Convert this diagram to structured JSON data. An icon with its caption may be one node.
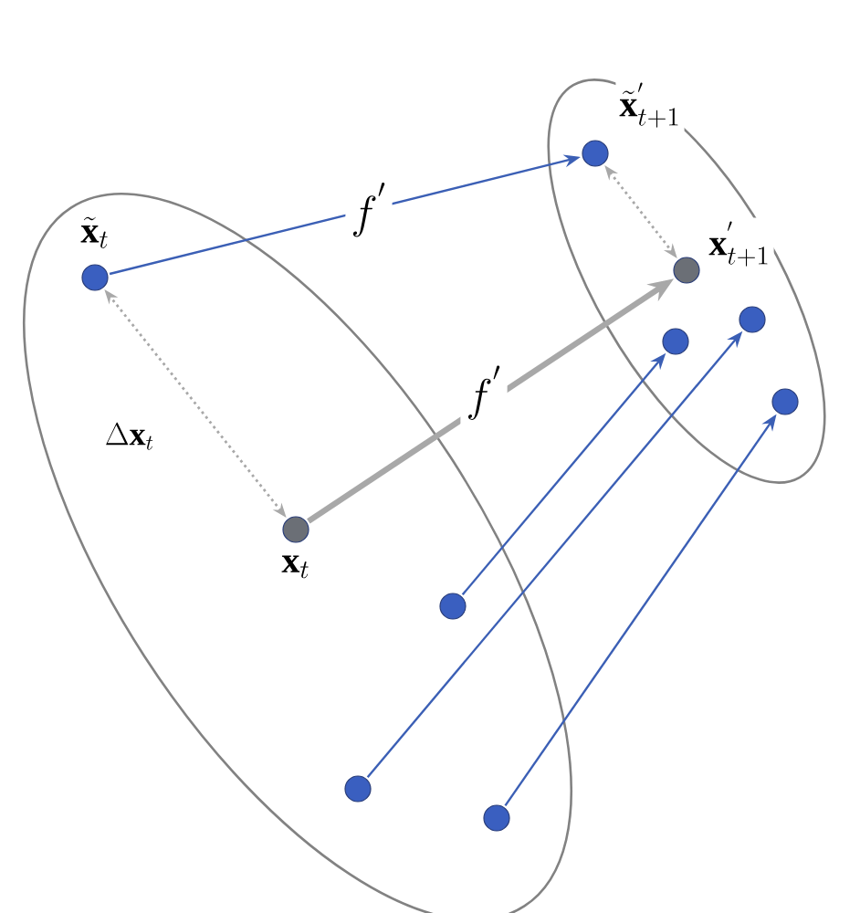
{
  "diagram": {
    "nodes": [
      {
        "text": [],
        "shape": "circle",
        "beside": [
          "\\tilde{\\mathbf{x}}_t"
        ]
      },
      {
        "text": [],
        "shape": "circle",
        "beside": [
          "\\tilde{\\mathbf{x}}^{'}_{t+1}"
        ]
      },
      {
        "text": [],
        "shape": "circle",
        "beside": [
          "\\mathbf{x}_t"
        ]
      },
      {
        "text": [],
        "shape": "circle",
        "beside": [
          "\\mathbf{x}^{'}_{t+1}"
        ]
      },
      {
        "text": [],
        "shape": "circle"
      },
      {
        "text": [],
        "shape": "circle"
      },
      {
        "text": [],
        "shape": "circle"
      },
      {
        "text": [],
        "shape": "circle"
      },
      {
        "text": [],
        "shape": "circle"
      },
      {
        "text": [],
        "shape": "circle"
      }
    ],
    "edges": [
      {
        "from": 0,
        "to": 1,
        "arrow": "to",
        "label": "f^{'}"
      },
      {
        "from": 2,
        "to": 3,
        "arrow": "to",
        "label": "f^{'}",
        "style": "thick",
        "color": "#a8a8a8"
      },
      {
        "from": 2,
        "to": 0,
        "arrow": "both",
        "label": "\\Delta\\mathbf{x}_t",
        "style": "dashed",
        "color": "#a8a8a8"
      },
      {
        "from": 1,
        "to": 3,
        "arrow": "both",
        "style": "dashed",
        "color": "#a8a8a8"
      },
      {
        "from": 4,
        "to": 7,
        "arrow": "to"
      },
      {
        "from": 5,
        "to": 8,
        "arrow": "to"
      },
      {
        "from": 6,
        "to": 9,
        "arrow": "to"
      }
    ]
  }
}
